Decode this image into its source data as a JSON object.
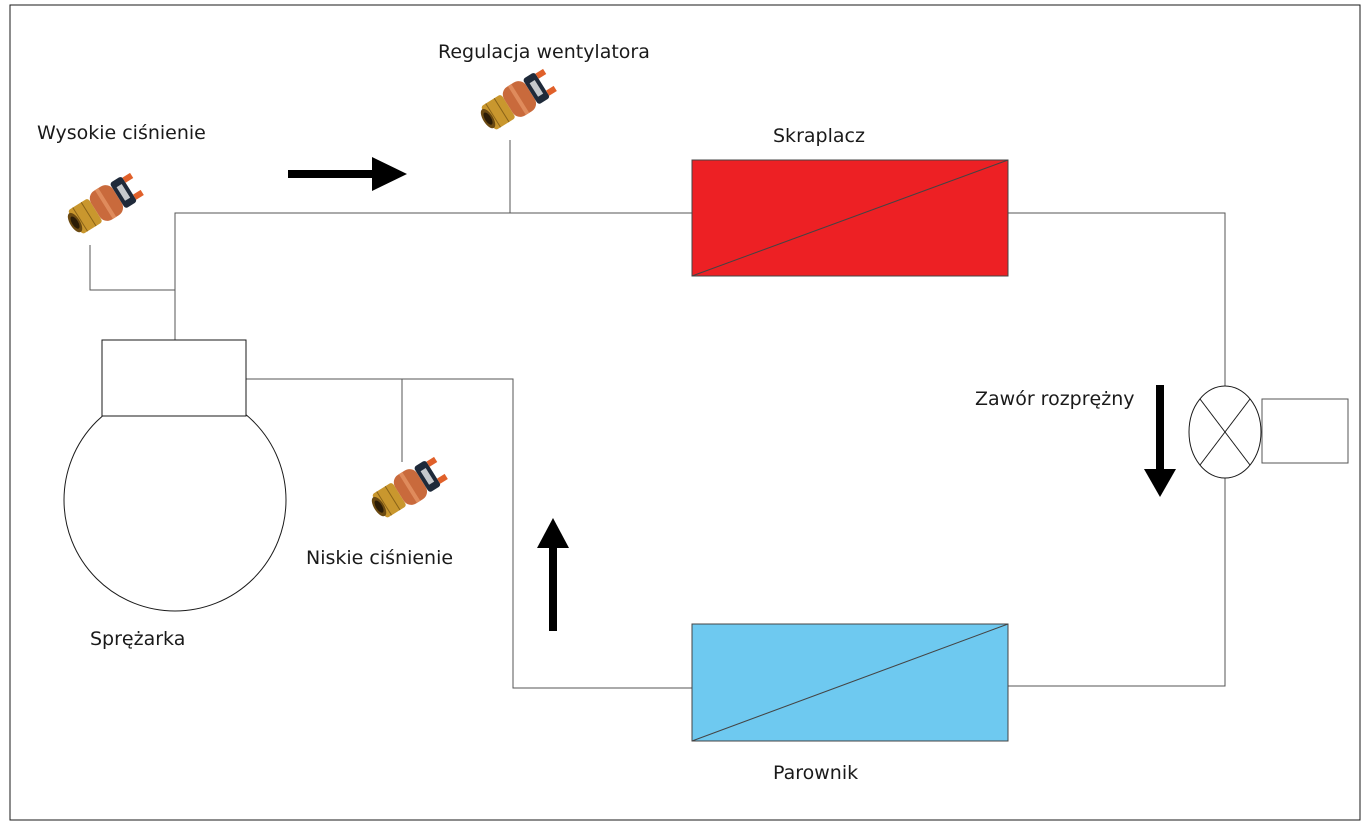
{
  "labels": {
    "fan_control": "Regulacja wentylatora",
    "high_pressure": "Wysokie ciśnienie",
    "condenser": "Skraplacz",
    "expansion_valve": "Zawór rozprężny",
    "low_pressure": "Niskie ciśnienie",
    "compressor": "Sprężarka",
    "evaporator": "Parownik"
  },
  "colors": {
    "condenser_fill": "#ed2024",
    "evaporator_fill": "#6ec9f0",
    "pipe": "#555555",
    "arrow": "#000000",
    "switch_brass": "#c9972e",
    "switch_copper": "#c96a3c",
    "switch_body": "#1f2a3a",
    "switch_terminal": "#e0602a"
  },
  "icons": {
    "pressure_switch": "pressure-switch-icon",
    "flow_arrow": "arrow-icon",
    "valve_symbol": "expansion-valve-icon"
  }
}
